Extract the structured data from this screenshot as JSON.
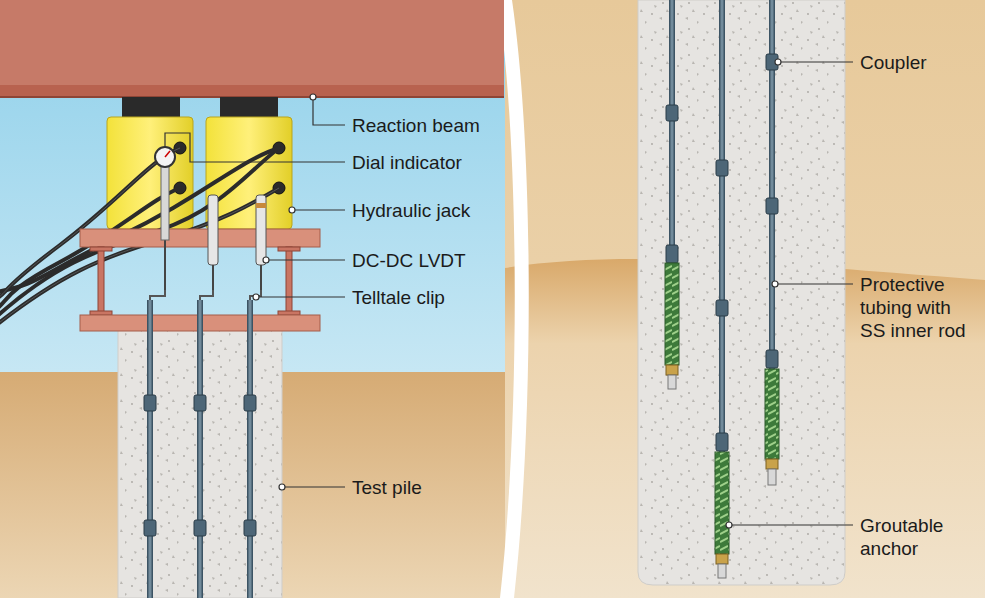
{
  "diagram": {
    "labels": [
      "Reaction beam",
      "Dial indicator",
      "Hydraulic jack",
      "DC-DC LVDT",
      "Telltale clip",
      "Test pile",
      "Coupler",
      "Protective tubing with SS inner rod",
      "Groutable anchor"
    ]
  }
}
